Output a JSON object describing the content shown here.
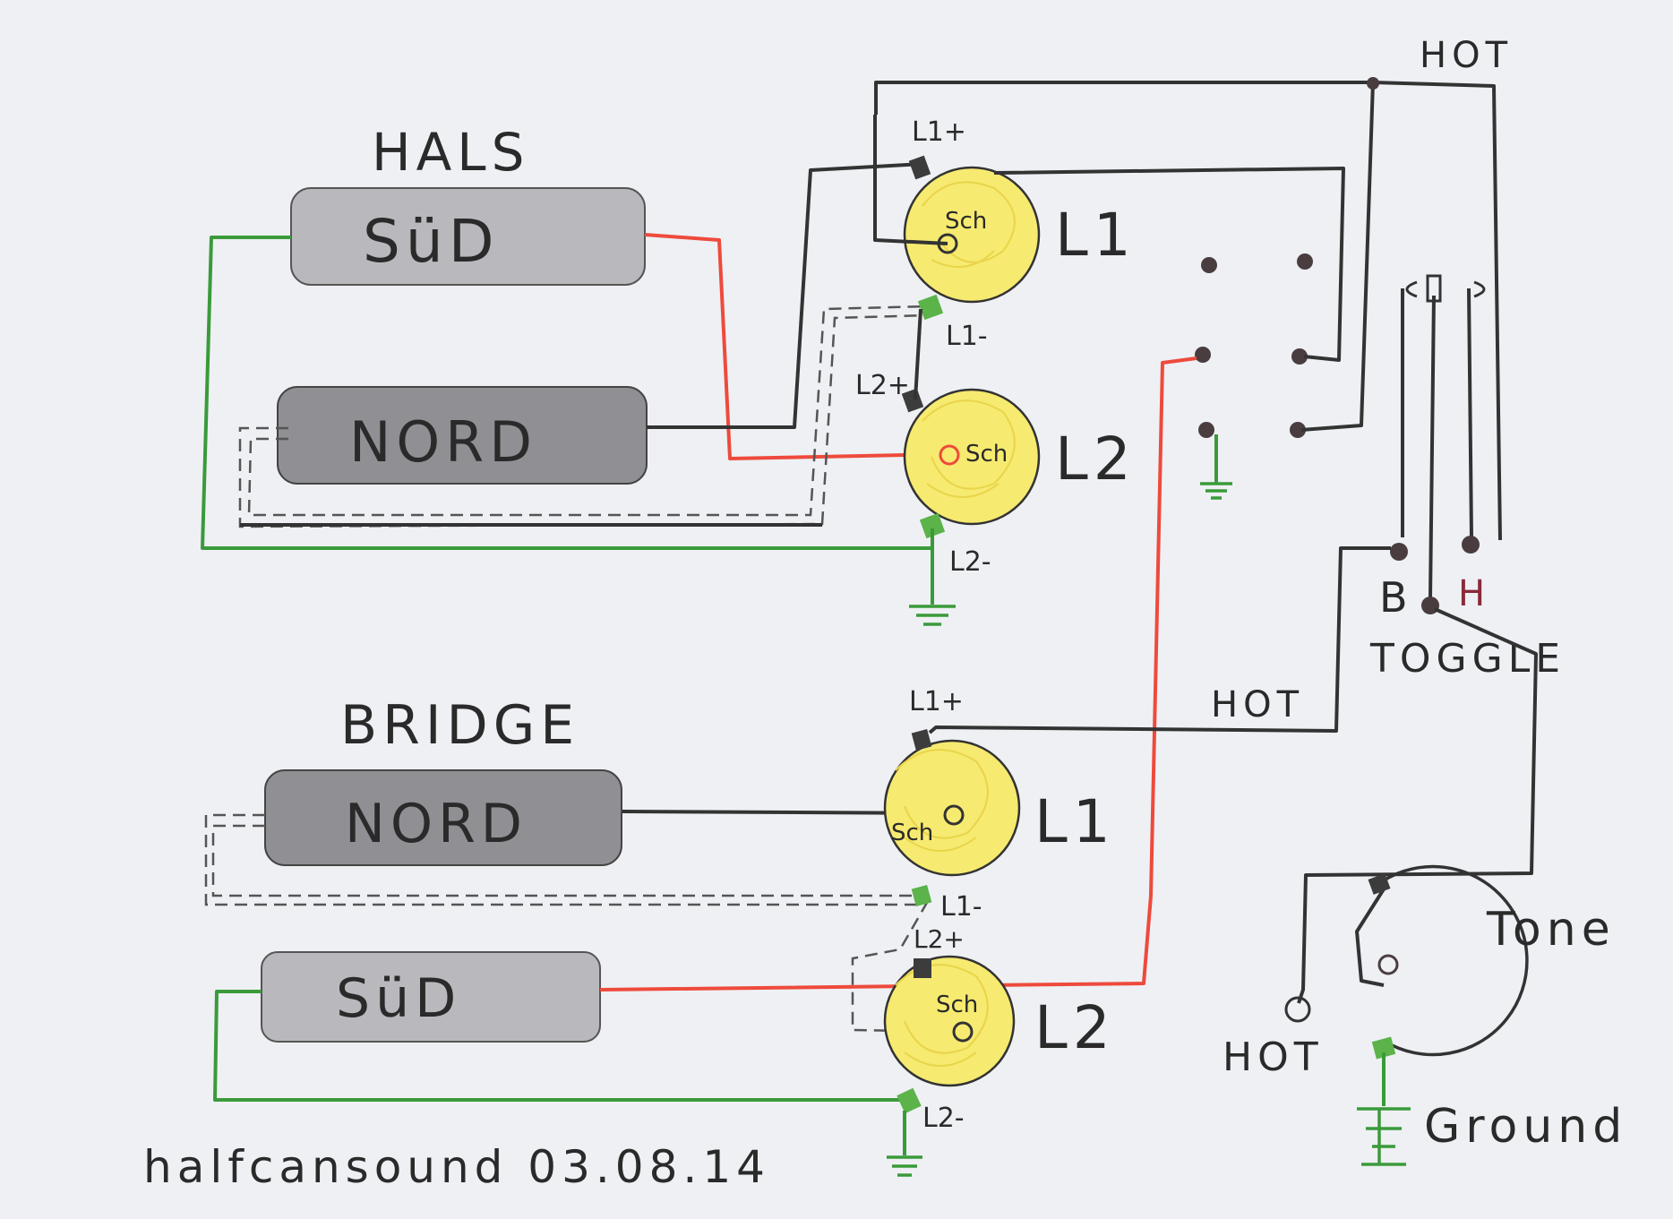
{
  "neck": {
    "title": "HALS",
    "pickup_top": "SüD",
    "pickup_bottom": "NORD",
    "pot1": {
      "label": "L1",
      "center": "Sch",
      "plus": "L1+",
      "minus": "L1-"
    },
    "pot2": {
      "label": "L2",
      "center": "Sch",
      "plus": "L2+",
      "minus": "L2-"
    }
  },
  "bridge": {
    "title": "BRIDGE",
    "pickup_top": "NORD",
    "pickup_bottom": "SüD",
    "pot1": {
      "label": "L1",
      "center": "Sch",
      "plus": "L1+",
      "minus": "L1-"
    },
    "pot2": {
      "label": "L2",
      "center": "Sch",
      "plus": "L2+",
      "minus": "L2-"
    }
  },
  "labels": {
    "hot_top": "HOT",
    "hot_middle": "HOT",
    "hot_output": "HOT",
    "toggle": "TOGGLE",
    "toggle_b": "B",
    "toggle_h": "H",
    "tone": "Tone",
    "ground": "Ground",
    "signature": "halfcansound 03.08.14"
  },
  "colors": {
    "signal_wire": "#333333",
    "hot_wire": "#ee4a3c",
    "ground_wire": "#3a9a3a",
    "pot_fill": "#f6ea70"
  }
}
